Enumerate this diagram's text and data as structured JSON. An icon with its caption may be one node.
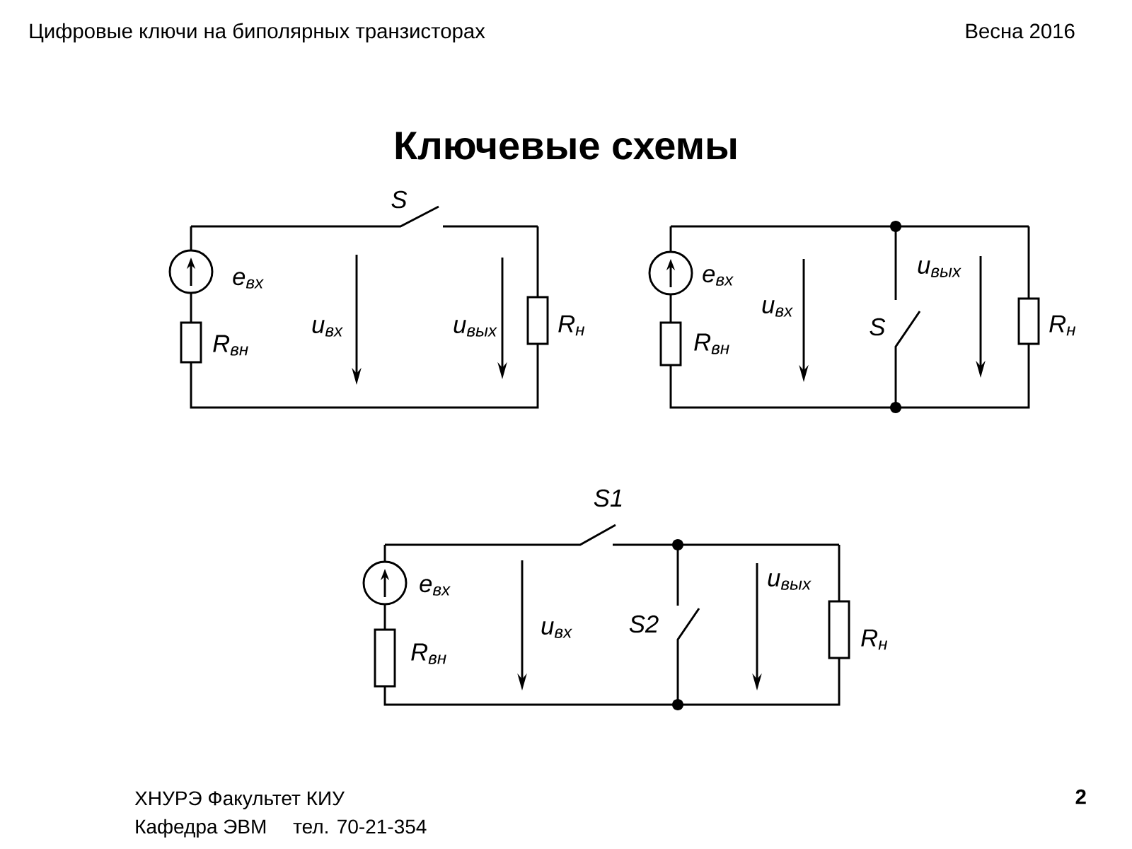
{
  "diagram": {
    "title": "Ключевые схемы",
    "labels": [
      "Цифровые ключи на биполярных транзисторах",
      "Весна 2016",
      "S",
      "e$_{вх}$",
      "u$_{вх}$",
      "u$_{вых}$",
      "R$_{н}$",
      "R$_{вн}$",
      "e$_{вх}$",
      "u$_{вых}$",
      "u$_{вх}$",
      "S",
      "R$_{н}$",
      "R$_{вн}$",
      "S1",
      "e$_{вх}$",
      "u$_{вх}$",
      "u$_{вых}$",
      "S2",
      "R$_{н}$",
      "R$_{вн}$",
      "ХНУРЭ Факультет КИУ",
      "Кафедра ЭВМ",
      "тел. 70-21-354",
      "2"
    ]
  }
}
